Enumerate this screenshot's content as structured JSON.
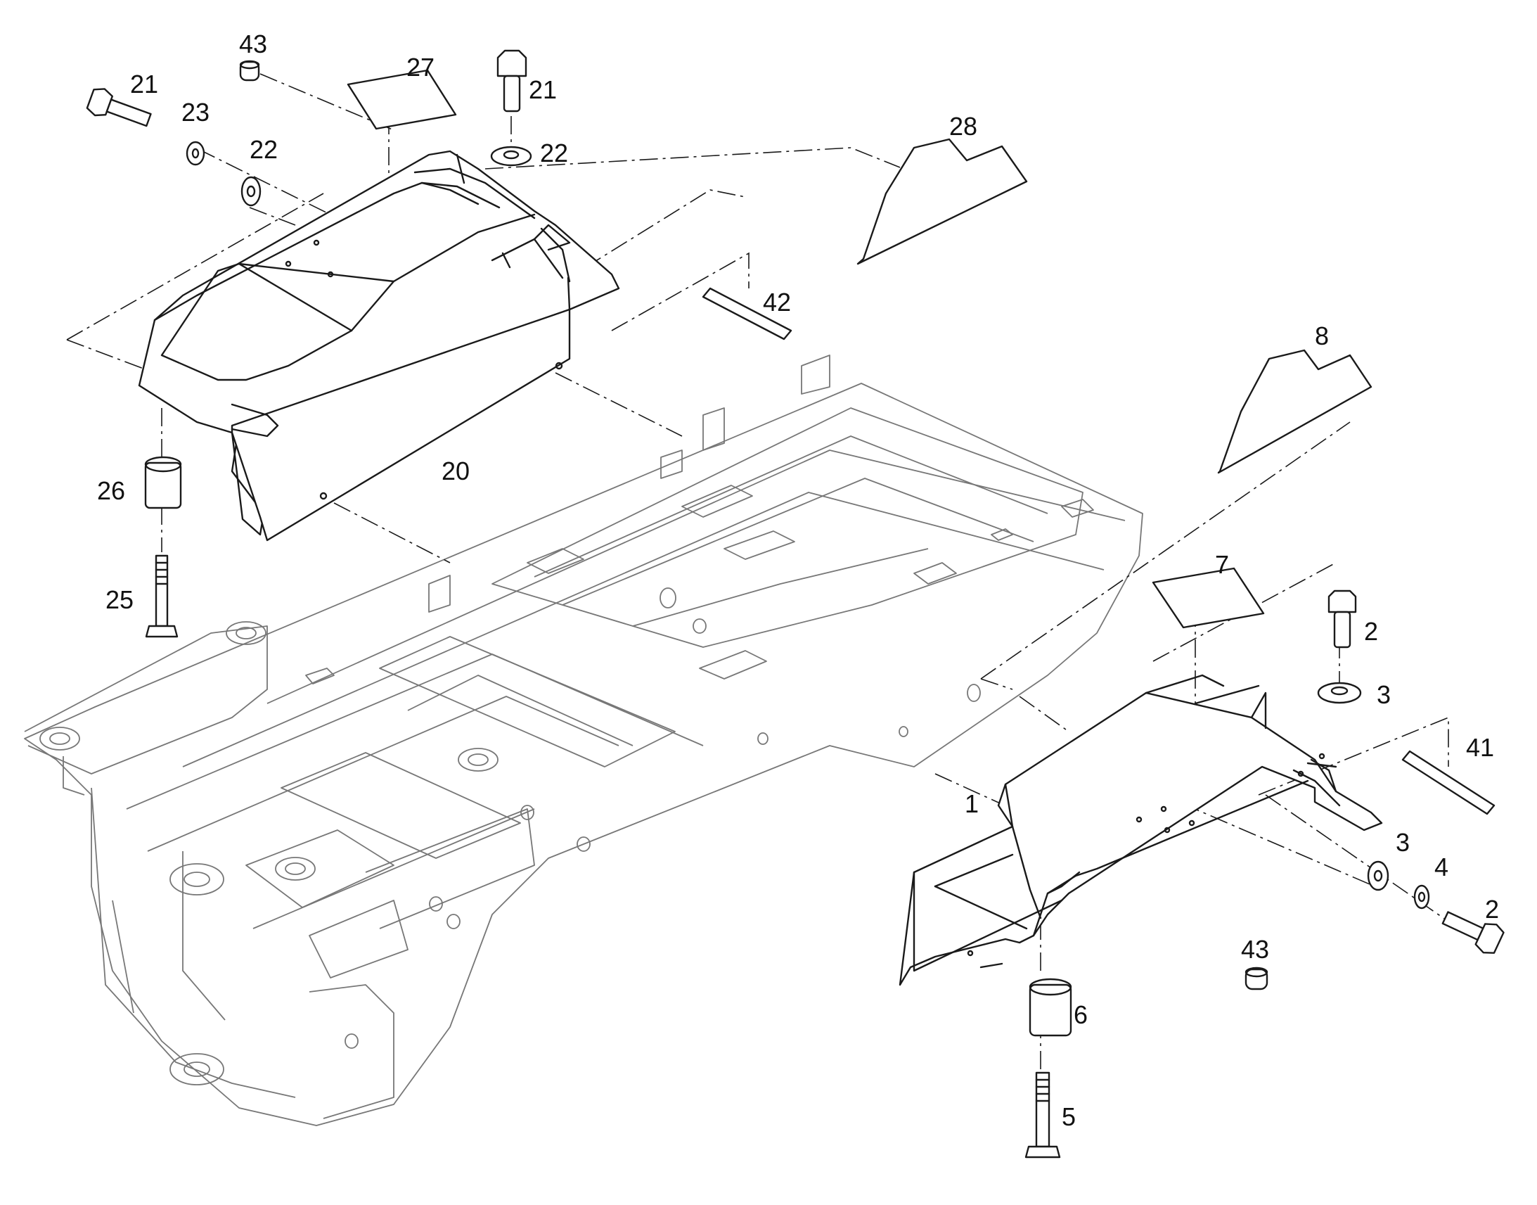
{
  "figure": {
    "callouts": [
      {
        "id": "c1",
        "label": "1"
      },
      {
        "id": "c2a",
        "label": "2"
      },
      {
        "id": "c2b",
        "label": "2"
      },
      {
        "id": "c3a",
        "label": "3"
      },
      {
        "id": "c3b",
        "label": "3"
      },
      {
        "id": "c4",
        "label": "4"
      },
      {
        "id": "c5",
        "label": "5"
      },
      {
        "id": "c6",
        "label": "6"
      },
      {
        "id": "c7",
        "label": "7"
      },
      {
        "id": "c8",
        "label": "8"
      },
      {
        "id": "c20",
        "label": "20"
      },
      {
        "id": "c21a",
        "label": "21"
      },
      {
        "id": "c21b",
        "label": "21"
      },
      {
        "id": "c22a",
        "label": "22"
      },
      {
        "id": "c22b",
        "label": "22"
      },
      {
        "id": "c23",
        "label": "23"
      },
      {
        "id": "c25",
        "label": "25"
      },
      {
        "id": "c26",
        "label": "26"
      },
      {
        "id": "c27",
        "label": "27"
      },
      {
        "id": "c28",
        "label": "28"
      },
      {
        "id": "c41",
        "label": "41"
      },
      {
        "id": "c42",
        "label": "42"
      },
      {
        "id": "c43a",
        "label": "43"
      },
      {
        "id": "c43b",
        "label": "43"
      }
    ]
  }
}
